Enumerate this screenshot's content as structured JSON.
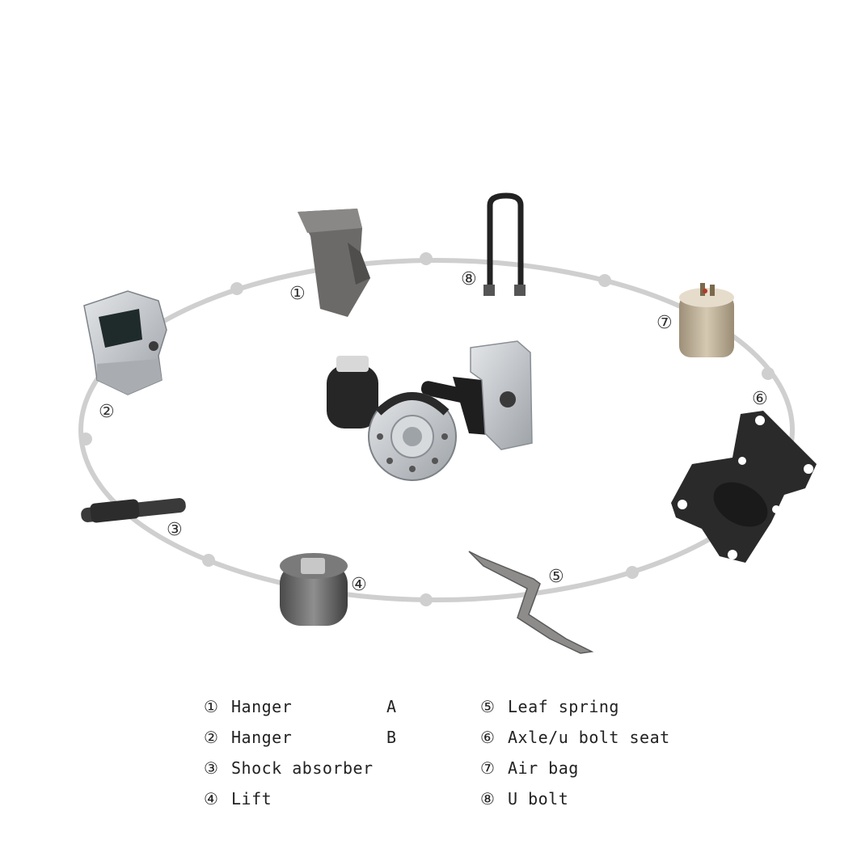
{
  "markers": [
    "①",
    "②",
    "③",
    "④",
    "⑤",
    "⑥",
    "⑦",
    "⑧"
  ],
  "legend": {
    "left": [
      {
        "num": "①",
        "label": "Hanger"
      },
      {
        "num": "②",
        "label": "Hanger"
      },
      {
        "num": "③",
        "label": "Shock absorber"
      },
      {
        "num": "④",
        "label": "Lift"
      }
    ],
    "letters": [
      "A",
      "B"
    ],
    "right": [
      {
        "num": "⑤",
        "label": "Leaf spring"
      },
      {
        "num": "⑥",
        "label": "Axle/u bolt seat"
      },
      {
        "num": "⑦",
        "label": "Air bag"
      },
      {
        "num": "⑧",
        "label": "U bolt"
      }
    ]
  },
  "colors": {
    "ring": "#cfcfcf",
    "part_dark": "#3a3a3a",
    "part_gray": "#6b6a68",
    "part_silver": "#c9ccd0",
    "part_tan": "#b8ab94",
    "text": "#222222"
  }
}
